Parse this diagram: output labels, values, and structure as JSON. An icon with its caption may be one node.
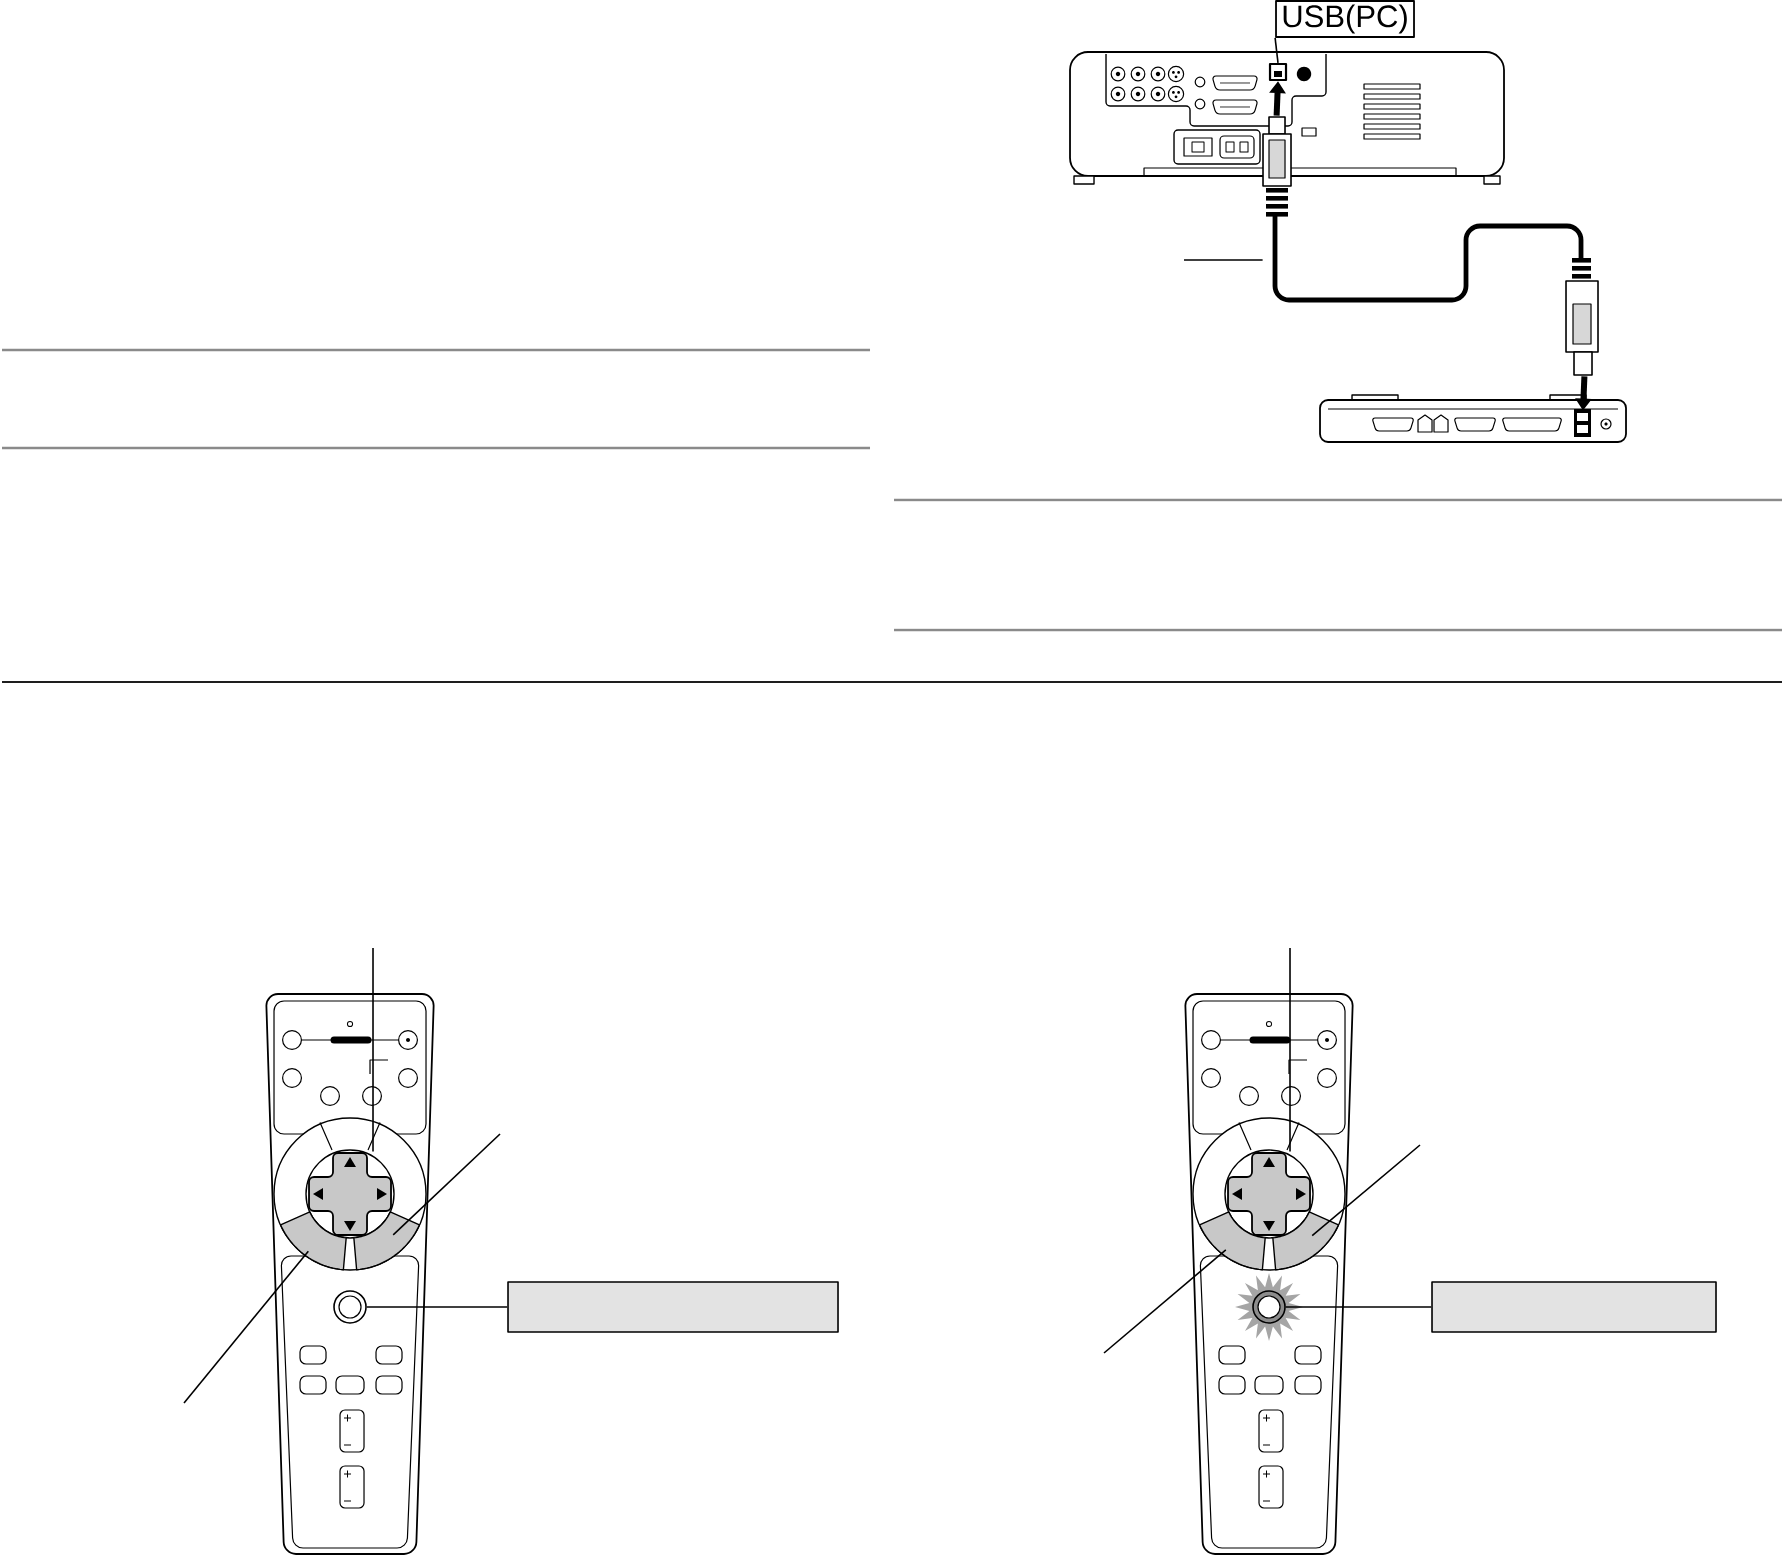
{
  "diagram": {
    "nodes": [
      {
        "text": [
          "USB(PC)"
        ]
      },
      {
        "text": [],
        "shape": "picture"
      },
      {
        "text": [],
        "shape": "box",
        "in": 1
      },
      {
        "text": [],
        "shape": "picture"
      },
      {
        "text": [],
        "shape": "picture"
      },
      {
        "text": [],
        "shape": "picture"
      },
      {
        "text": [],
        "shape": "cross",
        "in": 5
      },
      {
        "text": [],
        "shape": "arc",
        "in": 5
      },
      {
        "text": [],
        "shape": "arc",
        "in": 5
      },
      {
        "text": [],
        "shape": "circle",
        "in": 5
      },
      {
        "text": [],
        "shape": "box"
      },
      {
        "text": [],
        "shape": "picture"
      },
      {
        "text": [],
        "shape": "cross",
        "in": 11
      },
      {
        "text": [],
        "shape": "arc",
        "in": 11
      },
      {
        "text": [],
        "shape": "arc",
        "in": 11
      },
      {
        "text": [],
        "shape": "circle",
        "in": 11
      },
      {
        "text": [],
        "shape": "box"
      }
    ],
    "edges": [
      {
        "from": 0,
        "to": 2,
        "arrow": "none"
      },
      {
        "from": 3,
        "to": 2,
        "arrow": "to",
        "style": "thick"
      },
      {
        "from": 3,
        "to": 4,
        "arrow": "to",
        "style": "thick"
      },
      {
        "from": null,
        "to": 3,
        "arrow": "none"
      },
      {
        "from": null,
        "to": 6,
        "arrow": "none"
      },
      {
        "from": null,
        "to": 7,
        "arrow": "none"
      },
      {
        "from": null,
        "to": 8,
        "arrow": "none"
      },
      {
        "from": 10,
        "to": 9,
        "arrow": "none"
      },
      {
        "from": null,
        "to": 12,
        "arrow": "none"
      },
      {
        "from": null,
        "to": 13,
        "arrow": "none"
      },
      {
        "from": null,
        "to": 14,
        "arrow": "none"
      },
      {
        "from": 16,
        "to": 15,
        "arrow": "none"
      }
    ]
  }
}
